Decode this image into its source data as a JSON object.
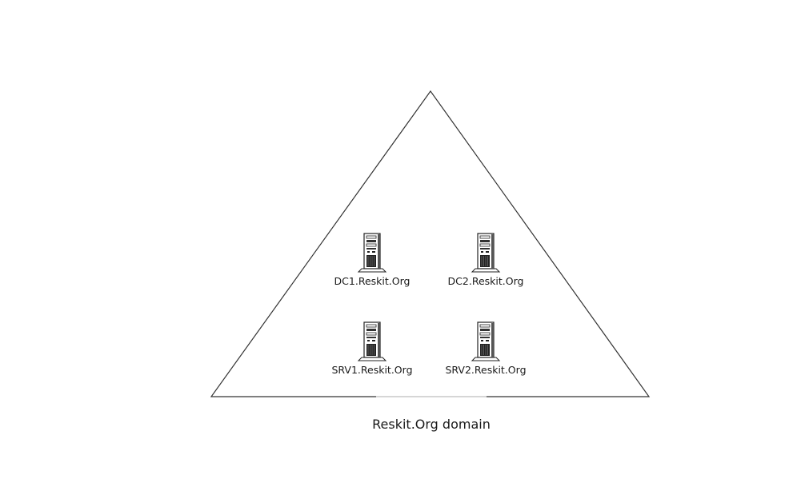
{
  "diagram": {
    "domain": {
      "label": "Reskit.Org domain",
      "shape": "triangle",
      "stroke_color": "#333333",
      "fill_color": "#ffffff"
    },
    "servers": [
      {
        "name": "DC1.Reskit.Org",
        "icon": "server-tower-icon"
      },
      {
        "name": "DC2.Reskit.Org",
        "icon": "server-tower-icon"
      },
      {
        "name": "SRV1.Reskit.Org",
        "icon": "server-tower-icon"
      },
      {
        "name": "SRV2.Reskit.Org",
        "icon": "server-tower-icon"
      }
    ]
  }
}
